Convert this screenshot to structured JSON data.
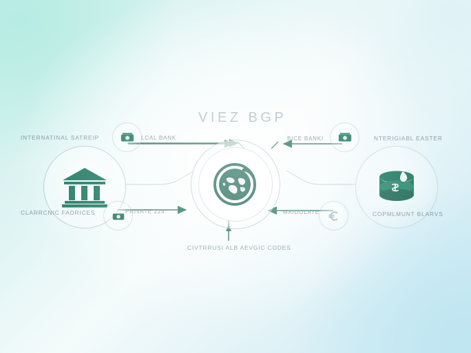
{
  "diagram": {
    "title": "VIEZ BGP",
    "caption": "CIVTRRUSI ALB AEVGIC CODES",
    "accent_color": "#1f6b56",
    "label_color": "#7e9099",
    "background_colors": [
      "#c8efe8",
      "#f4fbfb",
      "#cbe8f3"
    ]
  },
  "hub": {
    "icon": "globe-icon",
    "label": ""
  },
  "nodes": [
    {
      "id": "node-left",
      "icon": "bank-building-icon",
      "label_top": "INTERNATINAL SATREIP",
      "label_bottom": "CLARRCNIC FADRICES"
    },
    {
      "id": "node-right",
      "icon": "database-coins-icon",
      "label_top": "NTERIGIABL EASTER",
      "label_bottom": "COPMLMUNT BLARVS"
    }
  ],
  "satellites": [
    {
      "id": "sat-tl",
      "icon": "money-icon",
      "label": "LCAL BANK"
    },
    {
      "id": "sat-tr",
      "icon": "money-icon",
      "label": "BICE BANKI"
    },
    {
      "id": "sat-bl",
      "icon": "money-icon",
      "label": "PRIVATE 224"
    },
    {
      "id": "sat-br",
      "icon": "euro-icon",
      "label": "MAIDOLATE"
    }
  ],
  "connectors": [
    {
      "name": "left-node-to-hub",
      "direction": "right"
    },
    {
      "name": "top-left-to-hub",
      "direction": "right"
    },
    {
      "name": "bottom-left-to-hub",
      "direction": "right"
    },
    {
      "name": "right-node-to-hub",
      "direction": "left"
    },
    {
      "name": "top-right-to-hub",
      "direction": "left"
    },
    {
      "name": "bottom-right-to-hub",
      "direction": "left"
    },
    {
      "name": "bottom-caption-to-hub",
      "direction": "up"
    }
  ]
}
